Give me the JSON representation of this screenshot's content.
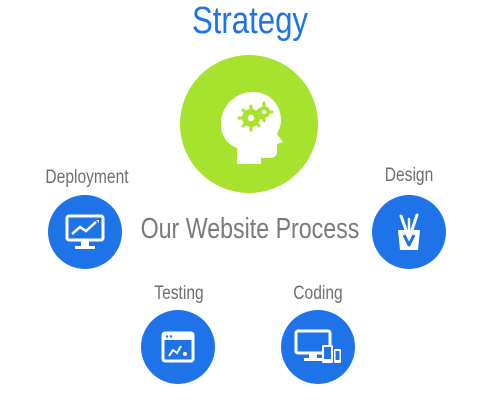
{
  "title": "Strategy",
  "center_label": "Our Website Process",
  "stages": {
    "strategy": {
      "icon": "head-gears-icon"
    },
    "deployment": {
      "label": "Deployment",
      "icon": "monitor-chart-icon"
    },
    "design": {
      "label": "Design",
      "icon": "brush-cup-icon"
    },
    "testing": {
      "label": "Testing",
      "icon": "browser-window-icon"
    },
    "coding": {
      "label": "Coding",
      "icon": "devices-icon"
    }
  },
  "colors": {
    "blue": "#1e73e8",
    "green": "#a6e22e",
    "label": "#6f6f6f"
  }
}
